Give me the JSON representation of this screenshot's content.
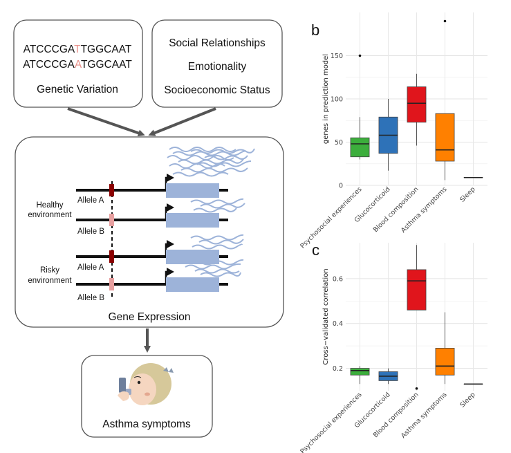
{
  "left": {
    "sequence_lines": [
      {
        "pre": "ATCCCGA",
        "snp": "T",
        "post": "TGGCAAT"
      },
      {
        "pre": "ATCCCGA",
        "snp": "A",
        "post": "TGGCAAT"
      }
    ],
    "genetic_label": "Genetic Variation",
    "env_factors": [
      "Social Relationships",
      "Emotionality",
      "Socioeconomic Status"
    ],
    "environment_labels": {
      "healthy_line1": "Healthy",
      "healthy_line2": "environment",
      "risky_line1": "Risky",
      "risky_line2": "environment"
    },
    "allele_a": "Allele A",
    "allele_b": "Allele B",
    "gene_expression": "Gene Expression",
    "asthma_symptoms": "Asthma symptoms"
  },
  "colors": {
    "snp_mark": "#e8908a",
    "allele_a_mark": "#8b0000",
    "allele_b_mark": "#e8a0a0",
    "gene_block": "#9db3d9",
    "transcript": "#9db3d9",
    "arrow": "#555555"
  },
  "chart_data": [
    {
      "type": "box",
      "panel": "b",
      "ylabel": "genes in prediction model",
      "ylim": [
        0,
        200
      ],
      "yticks": [
        0,
        50,
        100,
        150
      ],
      "categories": [
        "Psychosocial experiences",
        "Glucocorticoid",
        "Blood composition",
        "Asthma symptoms",
        "Sleep"
      ],
      "colors": [
        "#3cae3c",
        "#2e72b8",
        "#e0151c",
        "#ff8000",
        "#333333"
      ],
      "boxes": [
        {
          "min": 30,
          "q1": 33,
          "median": 48,
          "q3": 55,
          "max": 79,
          "outliers": [
            150
          ]
        },
        {
          "min": 17,
          "q1": 37,
          "median": 58,
          "q3": 79,
          "max": 100,
          "outliers": []
        },
        {
          "min": 46,
          "q1": 73,
          "median": 95,
          "q3": 114,
          "max": 129,
          "outliers": []
        },
        {
          "min": 6,
          "q1": 28,
          "median": 41,
          "q3": 83,
          "max": 83,
          "outliers": [
            190
          ]
        },
        {
          "min": 9,
          "q1": 9,
          "median": 9,
          "q3": 9,
          "max": 9,
          "outliers": []
        }
      ]
    },
    {
      "type": "box",
      "panel": "c",
      "ylabel": "Cross−validated correlation",
      "ylim": [
        0.1,
        0.76
      ],
      "yticks": [
        0.2,
        0.4,
        0.6
      ],
      "categories": [
        "Psychosocial experiences",
        "Glucocorticoid",
        "Blood composition",
        "Asthma symptoms",
        "Sleep"
      ],
      "colors": [
        "#3cae3c",
        "#2e72b8",
        "#e0151c",
        "#ff8000",
        "#333333"
      ],
      "boxes": [
        {
          "min": 0.13,
          "q1": 0.17,
          "median": 0.19,
          "q3": 0.2,
          "max": 0.21,
          "outliers": []
        },
        {
          "min": 0.13,
          "q1": 0.145,
          "median": 0.165,
          "q3": 0.185,
          "max": 0.2,
          "outliers": []
        },
        {
          "min": 0.46,
          "q1": 0.46,
          "median": 0.59,
          "q3": 0.64,
          "max": 0.75,
          "outliers": [
            0.11
          ]
        },
        {
          "min": 0.13,
          "q1": 0.17,
          "median": 0.21,
          "q3": 0.29,
          "max": 0.45,
          "outliers": []
        },
        {
          "min": 0.13,
          "q1": 0.13,
          "median": 0.13,
          "q3": 0.13,
          "max": 0.13,
          "outliers": []
        }
      ]
    }
  ]
}
